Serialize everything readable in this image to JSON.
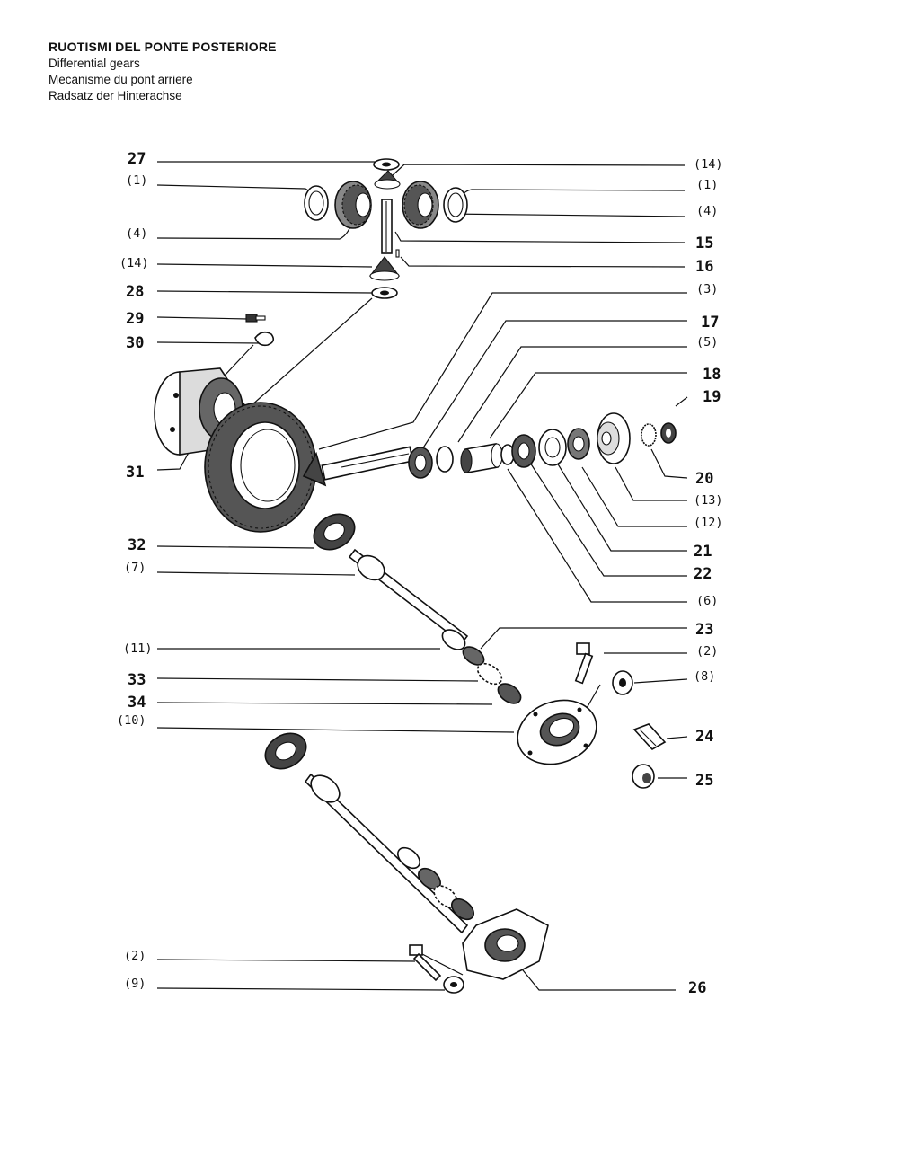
{
  "header": {
    "title": "RUOTISMI DEL PONTE POSTERIORE",
    "subtitles": [
      "Differential gears",
      "Mecanisme du pont arriere",
      "Radsatz der Hinterachse"
    ]
  },
  "labels": {
    "l27": "27",
    "l1a": "(1)",
    "l4a": "(4)",
    "l14a": "(14)",
    "l28": "28",
    "l29": "29",
    "l30": "30",
    "l31": "31",
    "r14": "(14)",
    "r1": "(1)",
    "r4": "(4)",
    "r15": "15",
    "r16": "16",
    "r3": "(3)",
    "r17": "17",
    "r5": "(5)",
    "r18": "18",
    "r19": "19",
    "r20": "20",
    "r13": "(13)",
    "r12": "(12)",
    "r21": "21",
    "r22": "22",
    "r6": "(6)",
    "l32": "32",
    "l7": "(7)",
    "r23": "23",
    "r2a": "(2)",
    "l11": "(11)",
    "r8": "(8)",
    "l33": "33",
    "l34": "34",
    "l10": "(10)",
    "r24": "24",
    "r25": "25",
    "l2b": "(2)",
    "l9": "(9)",
    "r26": "26"
  },
  "colors": {
    "ink": "#111111",
    "paper": "#ffffff",
    "shade": "#3a3a3a",
    "light": "#e6e6e6"
  }
}
